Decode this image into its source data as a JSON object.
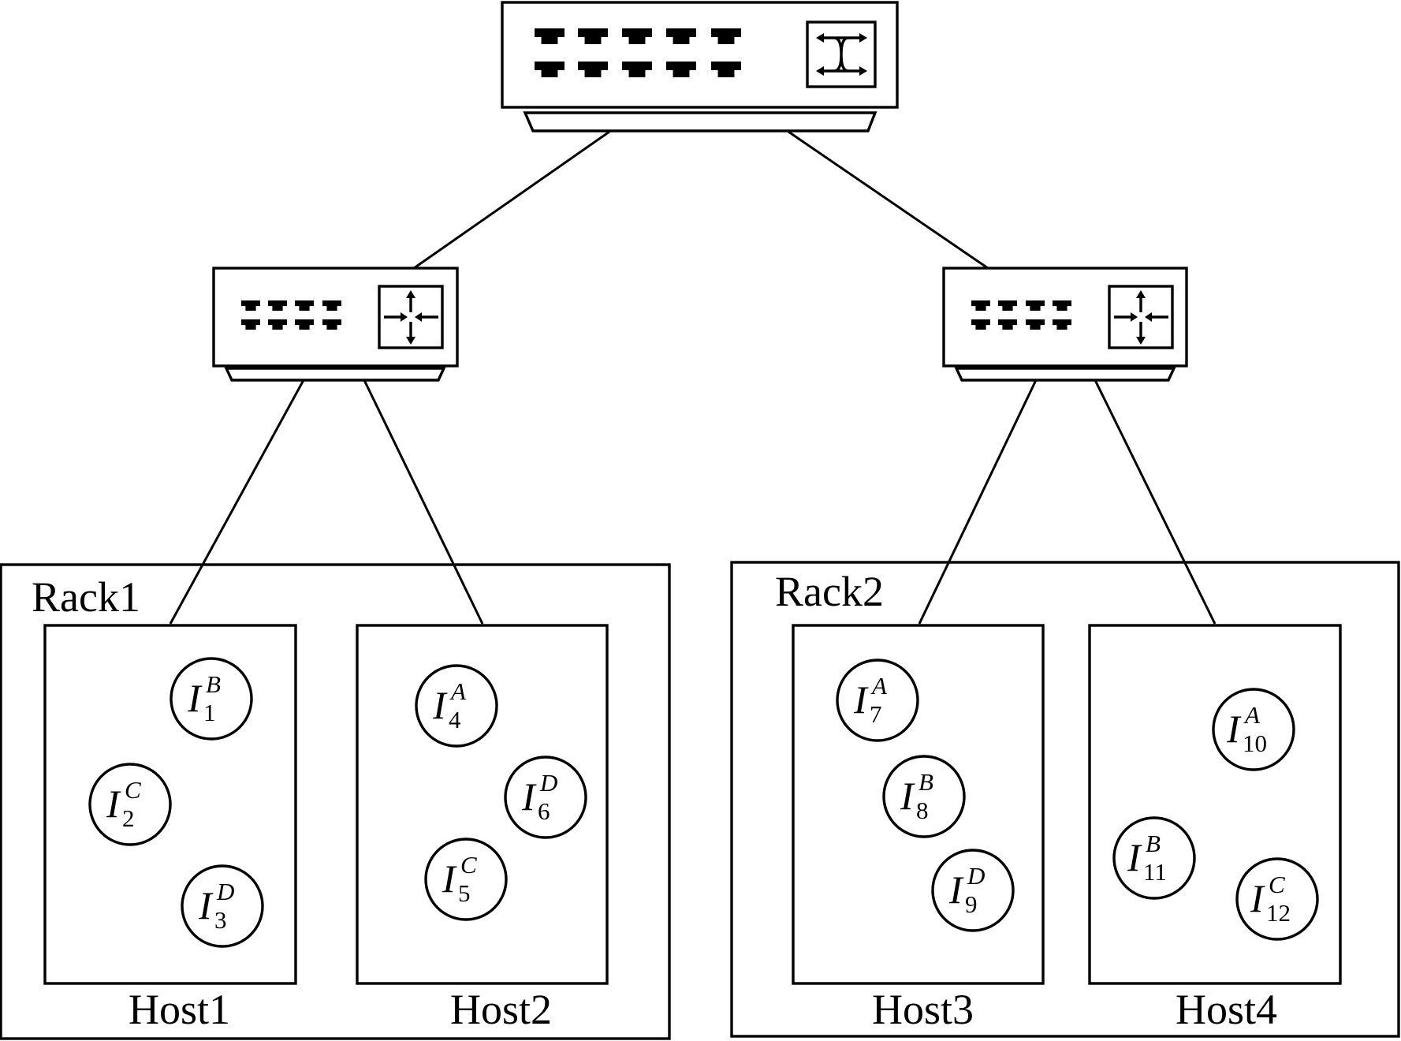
{
  "racks": [
    {
      "label": "Rack1",
      "hosts": [
        {
          "label": "Host1",
          "instances": [
            {
              "index": "1",
              "tag": "B"
            },
            {
              "index": "2",
              "tag": "C"
            },
            {
              "index": "3",
              "tag": "D"
            }
          ]
        },
        {
          "label": "Host2",
          "instances": [
            {
              "index": "4",
              "tag": "A"
            },
            {
              "index": "5",
              "tag": "C"
            },
            {
              "index": "6",
              "tag": "D"
            }
          ]
        }
      ]
    },
    {
      "label": "Rack2",
      "hosts": [
        {
          "label": "Host3",
          "instances": [
            {
              "index": "7",
              "tag": "A"
            },
            {
              "index": "8",
              "tag": "B"
            },
            {
              "index": "9",
              "tag": "D"
            }
          ]
        },
        {
          "label": "Host4",
          "instances": [
            {
              "index": "10",
              "tag": "A"
            },
            {
              "index": "11",
              "tag": "B"
            },
            {
              "index": "12",
              "tag": "C"
            }
          ]
        }
      ]
    }
  ],
  "instance_symbol": "I",
  "devices": {
    "core": {
      "icon": "switch-icon"
    },
    "aggregation": [
      {
        "icon": "router-icon"
      },
      {
        "icon": "router-icon"
      }
    ]
  }
}
